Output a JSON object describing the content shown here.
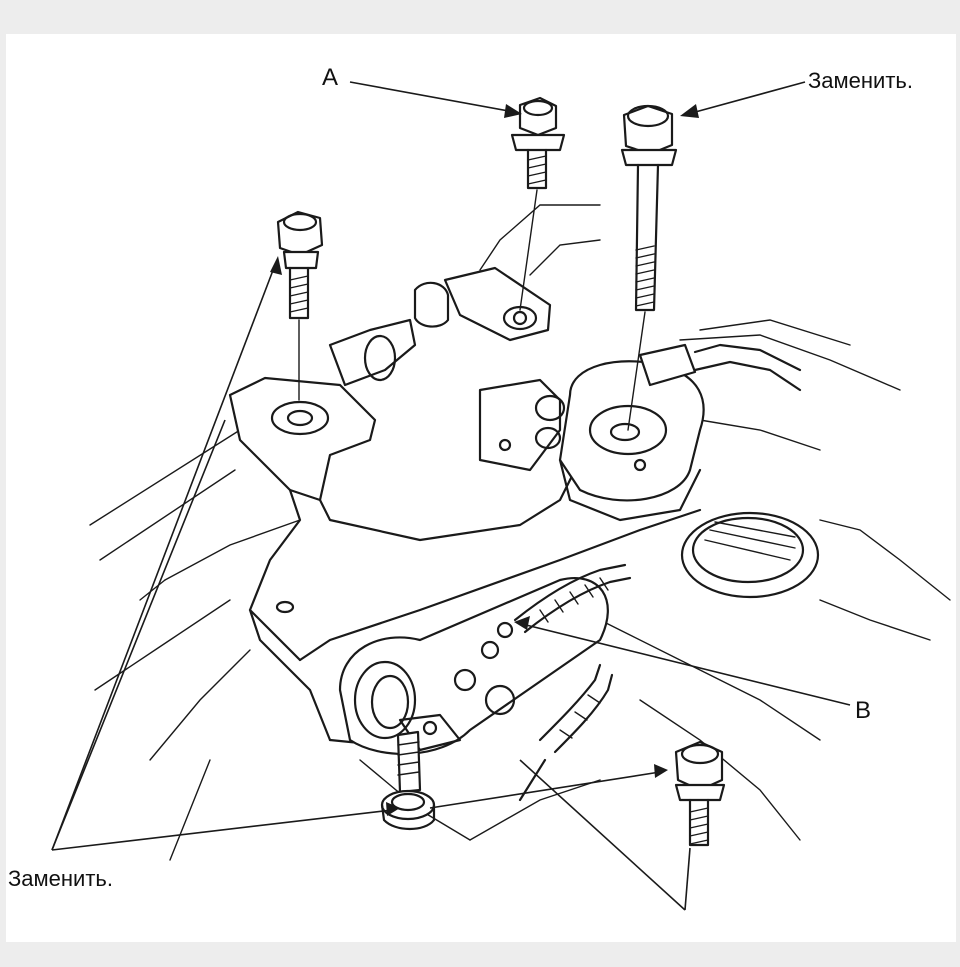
{
  "labels": {
    "a": "A",
    "b": "B",
    "replace_top_right": "Заменить.",
    "replace_bottom_left": "Заменить."
  }
}
